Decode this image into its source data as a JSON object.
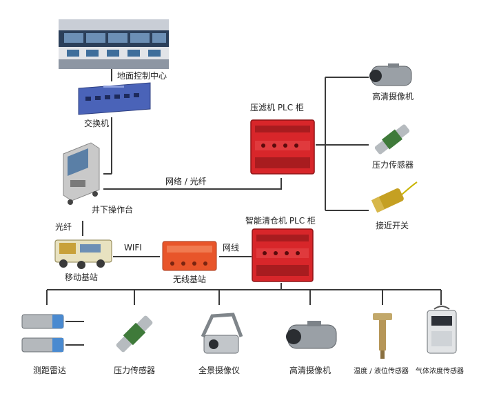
{
  "labels": {
    "control_center": "地面控制中心",
    "switch": "交换机",
    "console": "井下操作台",
    "press_plc": "压滤机 PLC 柜",
    "hd_camera_top": "高清摄像机",
    "pressure_sensor_top": "压力传感器",
    "proximity_switch": "接近开关",
    "network_fiber": "网络 / 光纤",
    "fiber": "光纤",
    "wifi": "WIFI",
    "cable": "网线",
    "mobile_station": "移动基站",
    "wireless_station": "无线基站",
    "smart_plc": "智能清仓机 PLC 柜",
    "range_radar": "测距雷达",
    "pressure_sensor_bottom": "压力传感器",
    "panoramic_camera": "全景摄像仪",
    "hd_camera_bottom": "高清摄像机",
    "temp_level_sensor": "温度 / 液位传感器",
    "gas_sensor": "气体浓度传感器"
  },
  "colors": {
    "line": "#3a3a3a",
    "cabinet_red": "#d8262a",
    "cabinet_dark": "#a81c1f",
    "switch_blue": "#4a63b8",
    "console_grey": "#b9b9b9",
    "wireless_orange": "#e8552a",
    "sensor_green": "#3f7a3a",
    "camera_silver": "#9aa0a6"
  }
}
